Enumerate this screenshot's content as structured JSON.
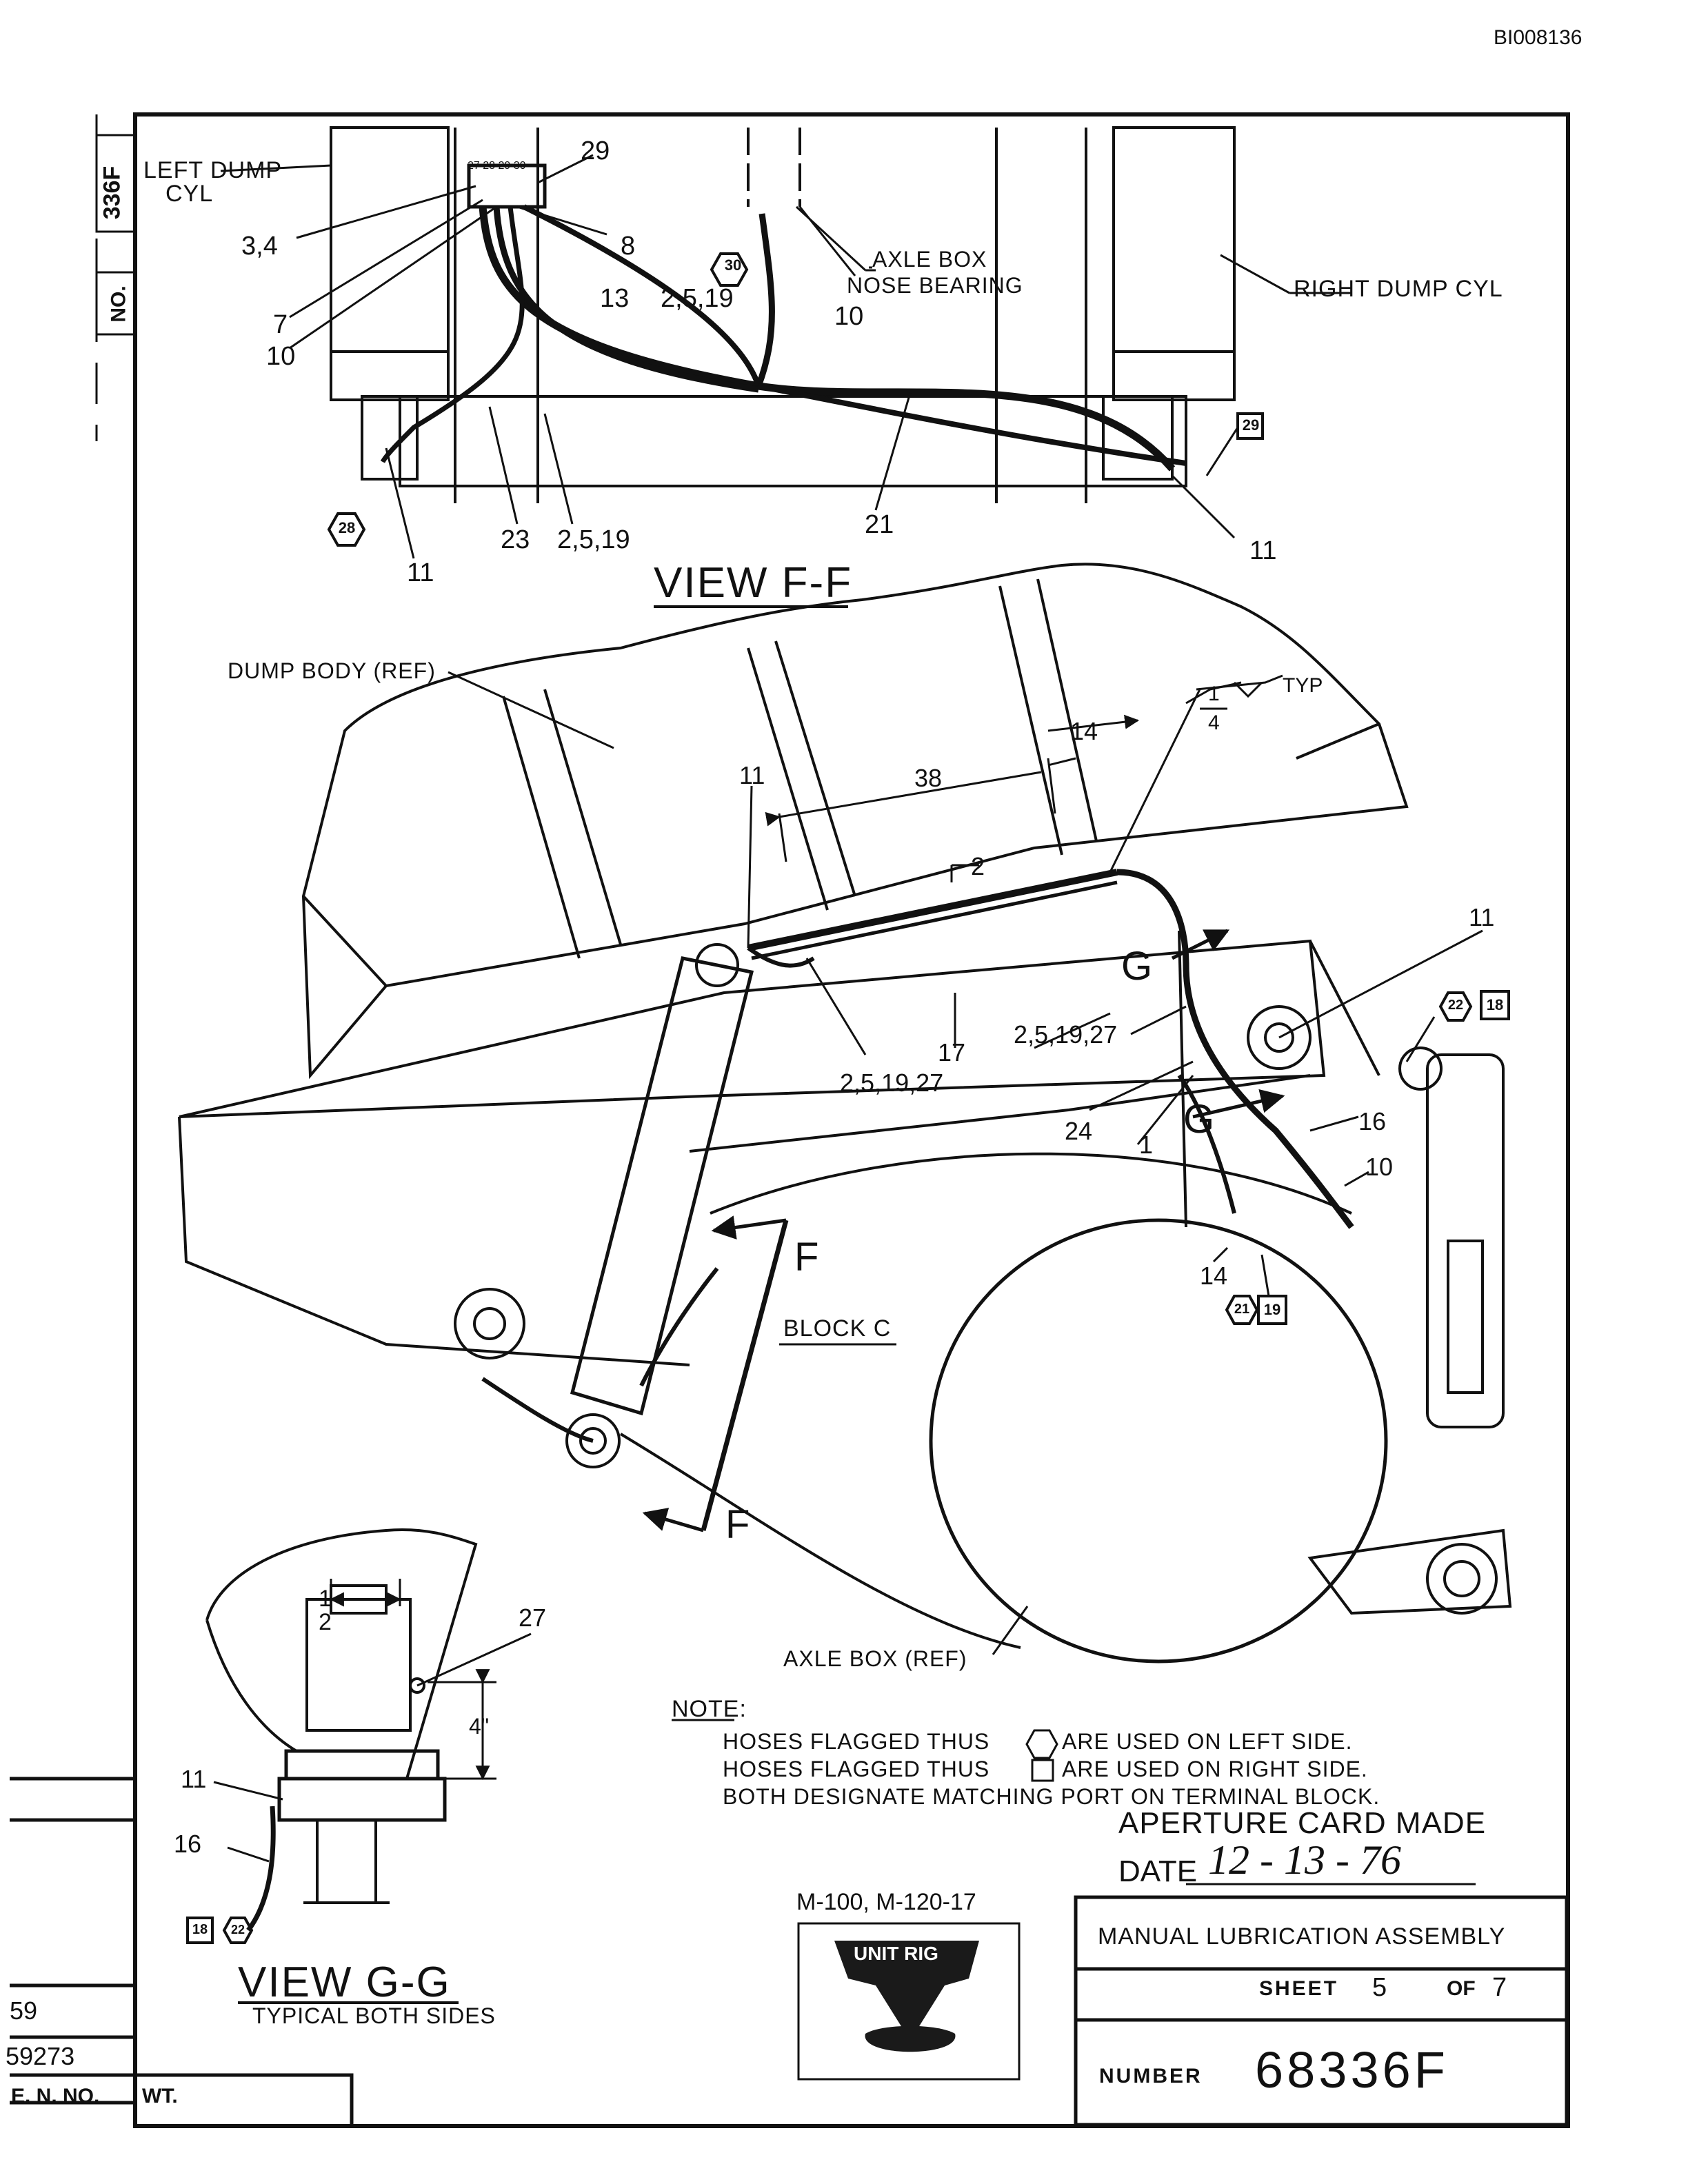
{
  "document_id": "BI008136",
  "frame_dwg_no": "336F",
  "frame_no_label": "NO.",
  "view_ff": {
    "title": "VIEW  F-F",
    "labels": {
      "left_dump_cyl": "LEFT DUMP",
      "left_dump_cyl_2": "CYL",
      "right_dump_cyl": "RIGHT  DUMP  CYL",
      "axle_box_nose": "AXLE BOX",
      "axle_box_nose_2": "NOSE BEARING",
      "terminal_ports": "27 28 29 30",
      "n29_top": "29",
      "n3_4": "3,4",
      "n8": "8",
      "n7": "7",
      "n10_left": "10",
      "n13": "13",
      "n2_5_19_top": "2,5,19",
      "n10_mid": "10",
      "n30_hex": "30",
      "n29_sq": "29",
      "n28_hex": "28",
      "n11_left": "11",
      "n23": "23",
      "n2_5_19_bottom": "2,5,19",
      "n21": "21",
      "n11_right": "11"
    }
  },
  "main_view": {
    "labels": {
      "dump_body": "DUMP  BODY (REF)",
      "typ": "TYP",
      "frac_1": "1",
      "frac_4": "4",
      "dim_14": "14",
      "dim_38": "38",
      "n11_top": "11",
      "n2": "2",
      "n11_right": "11",
      "n22_hex": "22",
      "n18_sq": "18",
      "g_upper": "G",
      "n2_5_19_27_a": "2,5,19,27",
      "n17": "17",
      "n2_5_19_27_b": "2,5,19,27",
      "n24": "24",
      "n1": "1",
      "g_lower": "G",
      "n16": "16",
      "n10": "10",
      "f_upper": "F",
      "n14": "14",
      "n21_hex": "21",
      "n19_sq": "19",
      "block_c": "BLOCK  C",
      "f_lower": "F",
      "axle_box": "AXLE  BOX (REF)"
    }
  },
  "view_gg": {
    "title": "VIEW     G-G",
    "subtitle": "TYPICAL  BOTH  SIDES",
    "labels": {
      "dim_1": "1",
      "dim_2": "2",
      "n27": "27",
      "dim_4": "4\"",
      "n11": "11",
      "n16": "16",
      "n18_sq": "18",
      "n22_hex": "22"
    }
  },
  "note": {
    "heading": "NOTE:",
    "line1a": "HOSES  FLAGGED  THUS",
    "line1b": "ARE  USED  ON LEFT  SIDE.",
    "line2a": "HOSES  FLAGGED  THUS",
    "line2b": "ARE  USED  ON RIGHT  SIDE.",
    "line3": "BOTH  DESIGNATE  MATCHING  PORT ON TERMINAL  BLOCK."
  },
  "aperture_stamp": {
    "text": "APERTURE  CARD  MADE",
    "date_label": "DATE",
    "date_value": "12 - 13 - 76"
  },
  "title_block": {
    "models": "M-100, M-120-17",
    "logo_text": "UNIT RIG",
    "title": "MANUAL  LUBRICATION  ASSEMBLY",
    "sheet_label": "SHEET",
    "sheet_no": "5",
    "of_label": "OF",
    "sheet_total": "7",
    "number_label": "NUMBER",
    "number": "68336F"
  },
  "left_strip": {
    "frag_59": "59",
    "frag_59273": "59273",
    "en_no": "E. N. NO.",
    "wt": "WT."
  }
}
